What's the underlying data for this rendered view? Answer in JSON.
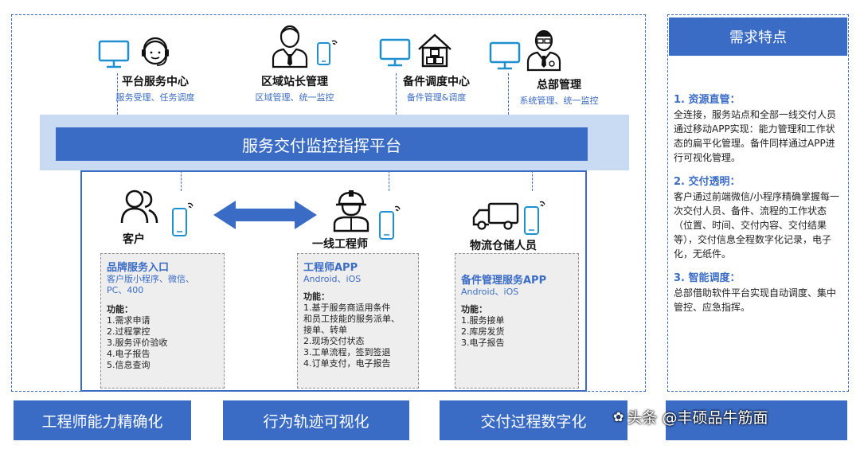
{
  "roles": [
    {
      "title": "平台服务中心",
      "sub": "服务受理、任务调度"
    },
    {
      "title": "区域站长管理",
      "sub": "区域管理、统一监控"
    },
    {
      "title": "备件调度中心",
      "sub": "备件管理&调度"
    },
    {
      "title": "总部管理",
      "sub": "系统管理、统一监控"
    }
  ],
  "platform": {
    "label": "服务交付监控指挥平台"
  },
  "actors": [
    {
      "label": "客户"
    },
    {
      "label": "一线工程师"
    },
    {
      "label": "物流仓储人员"
    }
  ],
  "apps": [
    {
      "title": "品牌服务入口",
      "sub": [
        "客户版小程序、微信、",
        "PC、400"
      ],
      "fn_header": "功能：",
      "functions": [
        "1.需求申请",
        "2.过程掌控",
        "3.服务评价验收",
        "4.电子报告",
        "5.信息查询"
      ]
    },
    {
      "title": "工程师APP",
      "sub": [
        "Android、iOS"
      ],
      "fn_header": "功能：",
      "functions": [
        "1.基于服务商适用条件",
        "和员工技能的服务派单、",
        "接单、转单",
        "2.现场交付状态",
        "3.工单流程，签到签退",
        "4.订单支付，电子报告"
      ]
    },
    {
      "title": "备件管理服务APP",
      "sub": [
        "Android、iOS"
      ],
      "fn_header": "功能：",
      "functions": [
        "1.服务接单",
        "2.库房发货",
        "3.电子报告"
      ]
    }
  ],
  "right_panel": {
    "header": "需求特点",
    "sections": [
      {
        "title": "1. 资源直管：",
        "text": "全连接，服务站点和全部一线交付人员通过移动APP实现：能力管理和工作状态的扁平化管理。备件同样通过APP进行可视化管理。"
      },
      {
        "title": "2. 交付透明：",
        "text": "客户通过前端微信/小程序精确掌握每一次交付人员、备件、流程的工作状态（位置、时间、交付内容、交付结果等），交付信息全程数字化记录，电子化，无纸件。"
      },
      {
        "title": "3. 智能调度：",
        "text": "总部借助软件平台实现自动调度、集中管控、应急指挥。"
      }
    ]
  },
  "bottom_bars": [
    "工程师能力精确化",
    "行为轨迹可视化",
    "交付过程数字化"
  ],
  "watermark": "头条 @丰硕品牛筋面",
  "colors": {
    "primary": "#3a6cc6",
    "light": "#c9dbf3",
    "box_bg": "#eeeeee"
  }
}
